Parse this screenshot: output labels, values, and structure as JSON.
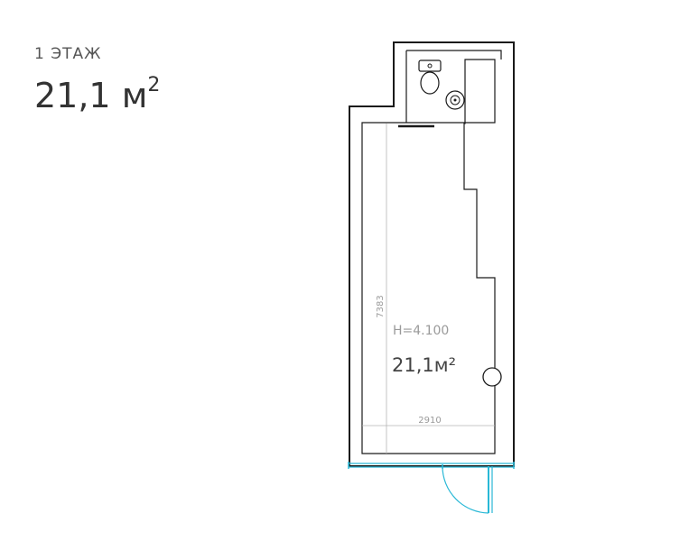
{
  "floor": {
    "label": "1 ЭТАЖ"
  },
  "area": {
    "value": "21,1 м",
    "superscript": "2"
  },
  "plan": {
    "dimension_vertical": "7383",
    "dimension_horizontal": "2910",
    "height_label": "H=4.100",
    "room_area": "21,1м²",
    "colors": {
      "wall": "#1a1a1a",
      "window": "#29b8d6",
      "dimension": "#b5b5b5"
    }
  }
}
